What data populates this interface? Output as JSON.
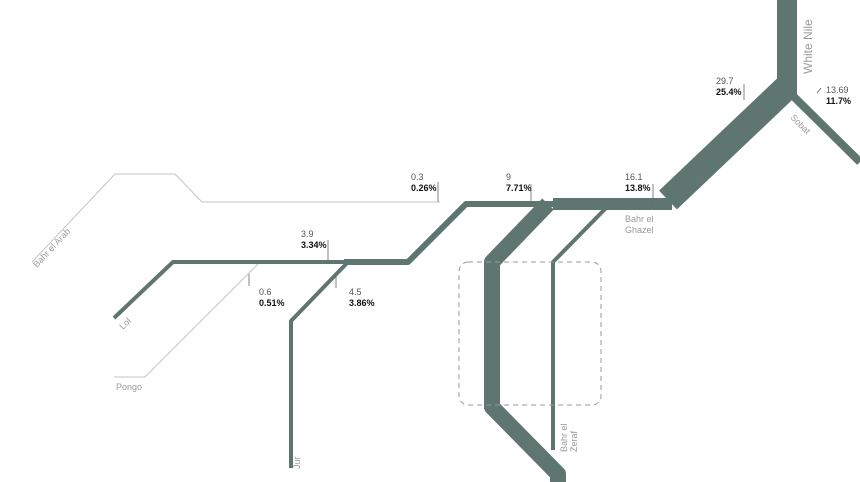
{
  "colors": {
    "flow": "#5f7670",
    "thin_line": "#c4c4c4",
    "value_text": "#555555",
    "pct_text": "#111111",
    "label_text": "#9a9a9a",
    "dashed_box": "#999999"
  },
  "rivers": {
    "white_nile": "White Nile",
    "sobat": "Sobat",
    "bahr_el_ghazel": [
      "Bahr el",
      "Ghazel"
    ],
    "bahr_el_zeraf": [
      "Bahr el",
      "Zeraf"
    ],
    "bahr_el_arab": "Bahr el Arab",
    "lol": "Lol",
    "pongo": "Pongo",
    "jur": "Jur"
  },
  "flows": {
    "white_nile_upstream": {
      "value": "29.7",
      "pct": "25.4%"
    },
    "sobat": {
      "value": "13.69",
      "pct": "11.7%"
    },
    "bahr_el_ghazel": {
      "value": "16.1",
      "pct": "13.8%"
    },
    "segment_9": {
      "value": "9",
      "pct": "7.71%"
    },
    "bahr_el_arab": {
      "value": "0.3",
      "pct": "0.26%"
    },
    "lol": {
      "value": "3.9",
      "pct": "3.34%"
    },
    "pongo": {
      "value": "0.6",
      "pct": "0.51%"
    },
    "jur": {
      "value": "4.5",
      "pct": "3.86%"
    }
  }
}
